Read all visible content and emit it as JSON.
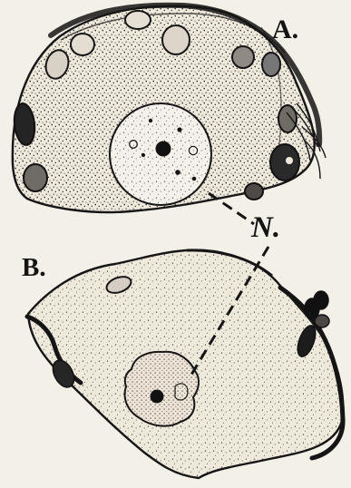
{
  "figure": {
    "label_a": "A.",
    "label_b": "B.",
    "label_n": "N."
  },
  "colors": {
    "paper": "#f3f0e8",
    "ink": "#151515",
    "stipple": "#2b2b2b",
    "cell_fill": "#efe9dc"
  }
}
